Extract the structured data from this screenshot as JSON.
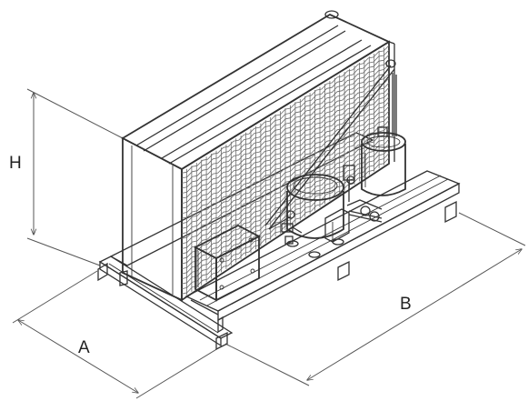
{
  "diagram": {
    "dimension_labels": {
      "height": "H",
      "depth": "A",
      "length": "B"
    },
    "colors": {
      "line": "#333333",
      "dimension_line": "#555555",
      "background": "#ffffff"
    }
  }
}
